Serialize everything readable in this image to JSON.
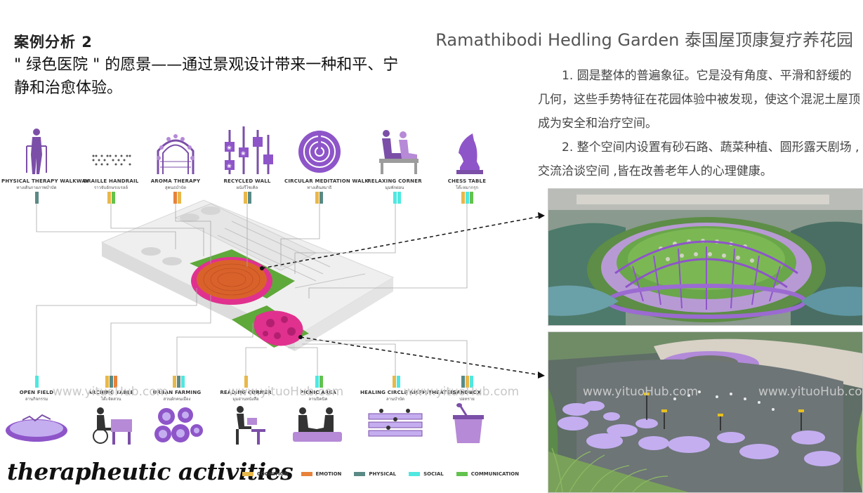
{
  "header": {
    "case_title": "案例分析 2",
    "case_subtitle": "\" 绿色医院 \" 的愿景——通过景观设计带来一种和平、宁静和治愈体验。",
    "main_title": "Ramathibodi Hedling Garden 泰国屋顶康复疗养花园"
  },
  "description": {
    "para1": "1. 圆是整体的普遍象征。它是没有角度、平滑和舒缓的几何，这些手势特征在花园体验中被发现，使这个混泥土屋顶成为安全和治疗空间。",
    "para2": "2. 整个空间内设置有砂石路、蔬菜种植、圆形露天剧场 ,交流洽谈空间 ,皆在改善老年人的心理健康。"
  },
  "top_activities": [
    {
      "label": "PHYSICAL THERAPY WALKWAY",
      "sub": "ทางเดินกายภาพบำบัด",
      "icon": "walker-person-icon"
    },
    {
      "label": "BRAILLE HANDRAIL",
      "sub": "ราวจับอักษรเบรลล์",
      "icon": "braille-dots-icon"
    },
    {
      "label": "AROMA THERAPY",
      "sub": "สุคนธบำบัด",
      "icon": "flower-arch-icon"
    },
    {
      "label": "RECYCLED WALL",
      "sub": "ผนังรีไซเคิล",
      "icon": "recycled-wall-icon"
    },
    {
      "label": "CIRCULAR MEDITATION WALK",
      "sub": "ทางเดินสมาธิ",
      "icon": "spiral-maze-icon"
    },
    {
      "label": "RELAXING CORNER",
      "sub": "มุมพักผ่อน",
      "icon": "relaxing-people-icon"
    },
    {
      "label": "CHESS TABLE",
      "sub": "โต๊ะหมากรุก",
      "icon": "chess-knight-icon"
    }
  ],
  "bottom_activities": [
    {
      "label": "OPEN FIELD",
      "sub": "ลานกิจกรรม",
      "icon": "open-field-icon"
    },
    {
      "label": "ARCHING TABLE",
      "sub": "โต๊ะจัดสวน",
      "icon": "wheelchair-table-icon"
    },
    {
      "label": "URBAN FARMING",
      "sub": "สวนผักคนเมือง",
      "icon": "cabbage-icon"
    },
    {
      "label": "READING CORNER",
      "sub": "มุมอ่านหนังสือ",
      "icon": "reading-person-icon"
    },
    {
      "label": "PICNIC AREA",
      "sub": "ลานปิคนิค",
      "icon": "picnic-people-icon"
    },
    {
      "label": "HEALING CIRCLE AMPHITHEATER",
      "sub": "ลานบำบัด",
      "icon": "amphitheater-icon"
    },
    {
      "label": "SANDBOX",
      "sub": "บ่อทราย",
      "icon": "sandbox-icon"
    }
  ],
  "section_title": "therapheutic activities",
  "legend": [
    {
      "label": "COGNITION",
      "color": "#e8b84a"
    },
    {
      "label": "EMOTION",
      "color": "#e8823a"
    },
    {
      "label": "PHYSICAL",
      "color": "#5a8a86"
    },
    {
      "label": "SOCIAL",
      "color": "#4fe8e0"
    },
    {
      "label": "COMMUNICATION",
      "color": "#63c24e"
    }
  ],
  "watermark": "www.yituoHub.com",
  "colors": {
    "accent": "#7b4fa8",
    "purple_light": "#b68ad6",
    "pink": "#e0318f",
    "orange": "#d9622b"
  }
}
